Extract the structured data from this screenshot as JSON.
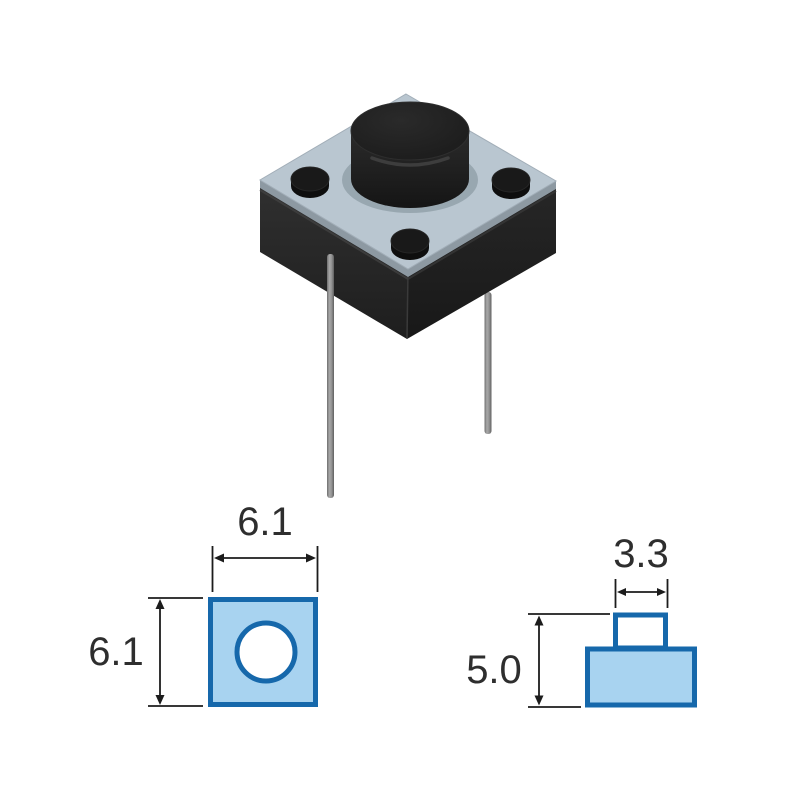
{
  "diagrams": {
    "top_view": {
      "width": "6.1",
      "height": "6.1"
    },
    "side_view": {
      "button_width": "3.3",
      "total_height": "5.0"
    }
  },
  "colors": {
    "background": "#ffffff",
    "diagram_fill": "#a8d3f0",
    "diagram_stroke": "#1668ab",
    "dimension_line": "#1c1c1c",
    "label_text": "#2e2e2e",
    "plate_top": "#b9c6d0",
    "plate_side": "#8d99a2",
    "body_left_face": "#282828",
    "body_right_face": "#1f1f1f",
    "button_black": "#1f1f1f",
    "pin_gray": "#8f8f8f"
  }
}
